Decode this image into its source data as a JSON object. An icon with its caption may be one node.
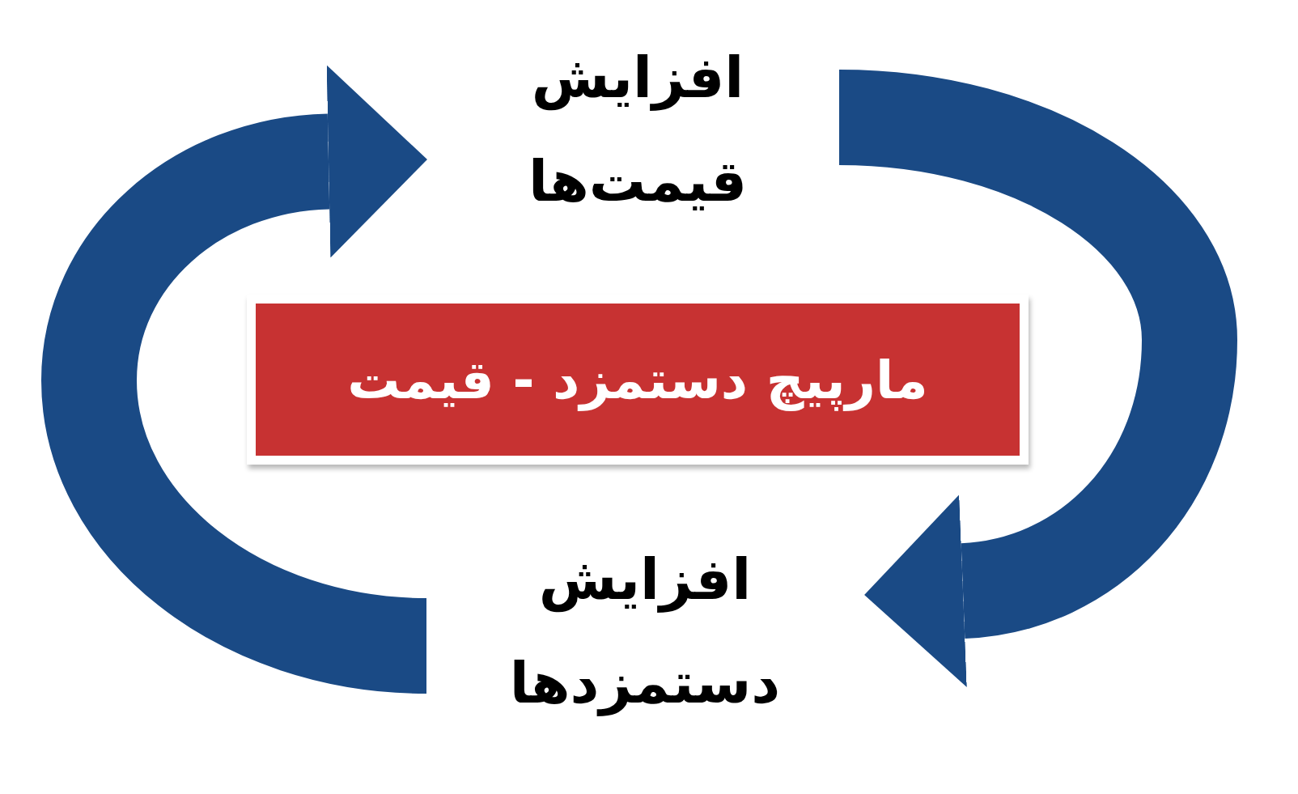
{
  "diagram": {
    "nodes": [
      {
        "text": [
          "مارپیچ دستمزد - قیمت"
        ]
      },
      {
        "text": [
          "افزایش قیمت‌ها"
        ]
      },
      {
        "text": [
          "افزایش دستمزدها"
        ]
      }
    ],
    "edges": [
      {
        "from": 1,
        "to": 2,
        "arrow": "to"
      },
      {
        "from": 2,
        "to": 1,
        "arrow": "to"
      }
    ]
  }
}
